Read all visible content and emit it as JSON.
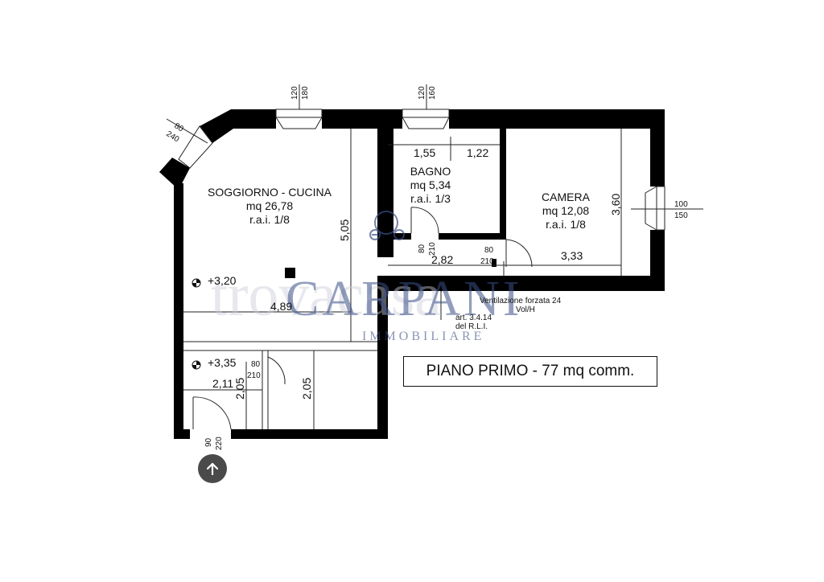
{
  "title": "PIANO PRIMO - 77 mq comm.",
  "watermark": {
    "brand": "CARPANI",
    "sub": "IMMOBILIARE",
    "ghost": "trovacasa"
  },
  "rooms": {
    "living": {
      "name": "SOGGIORNO - CUCINA",
      "area": "mq 26,78",
      "rai": "r.a.i. 1/8"
    },
    "bath": {
      "name": "BAGNO",
      "area": "mq 5,34",
      "rai": "r.a.i. 1/3"
    },
    "bedroom": {
      "name": "CAMERA",
      "area": "mq 12,08",
      "rai": "r.a.i. 1/8"
    }
  },
  "dimensions": {
    "bath_w1": "1,55",
    "bath_w2": "1,22",
    "living_h": "5,05",
    "bed_h": "3,60",
    "hall_w1": "2,82",
    "hall_w2": "3,33",
    "living_w": "4,89",
    "entry_w": "2,11",
    "entry_h": "2,05",
    "store_h": "2,05"
  },
  "levels": {
    "living": "+3,20",
    "entry": "+3,35"
  },
  "windows": {
    "corner": {
      "w": "80",
      "h": "240"
    },
    "living": {
      "w": "120",
      "h": "180"
    },
    "bath": {
      "w": "120",
      "h": "160"
    },
    "bedroom": {
      "w": "100",
      "h": "150"
    }
  },
  "doors": {
    "bath": {
      "w": "80",
      "h": "210"
    },
    "bedroom": {
      "w": "80",
      "h": "210"
    },
    "store": {
      "w": "80",
      "h": "210"
    },
    "entry": {
      "w": "90",
      "h": "220"
    }
  },
  "notes": {
    "ventilation": "Ventilazione forzata 24",
    "ventilation_unit": "Vol/H",
    "article": "art. 3.4.14",
    "regulation": "del R.L.I."
  },
  "colors": {
    "wall": "#000000",
    "line": "#222222",
    "watermark": "#3b4f86",
    "button": "#4a4a4a"
  },
  "icons": {
    "north": "arrow-up-icon",
    "level": "level-marker-icon"
  }
}
